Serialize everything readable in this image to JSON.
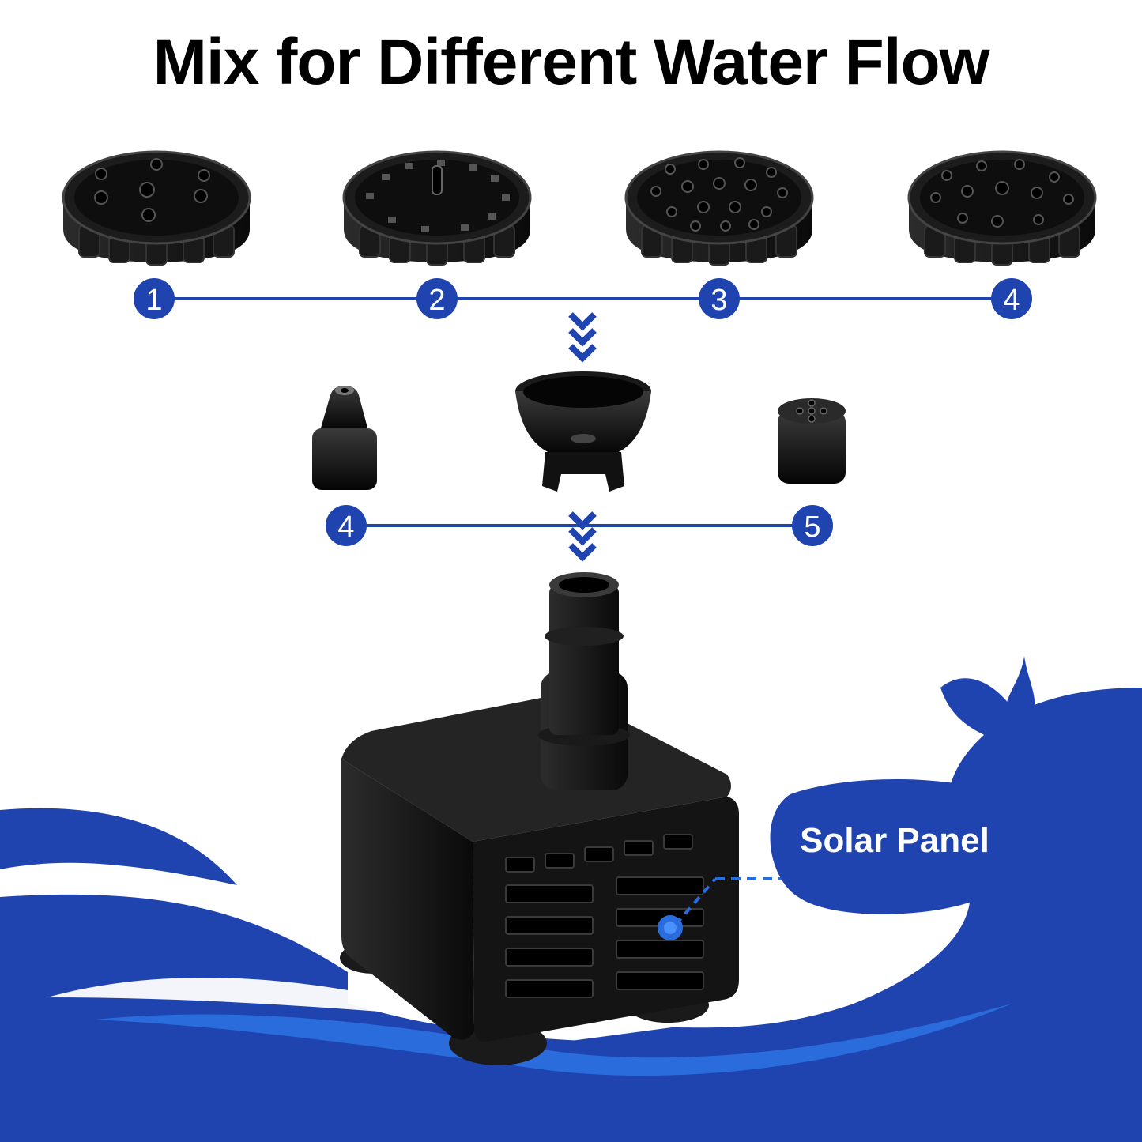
{
  "title": "Mix for Different Water Flow",
  "colors": {
    "brand_blue": "#1f44b0",
    "line_blue": "#1f44b0",
    "wave_light": "#2a6cdc",
    "part_black": "#111111"
  },
  "top_nozzles": [
    {
      "number": "1",
      "icon": "round-nozzle-7-jets-icon"
    },
    {
      "number": "2",
      "icon": "round-nozzle-single-jet-slots-icon"
    },
    {
      "number": "3",
      "icon": "round-nozzle-16-jets-icon"
    },
    {
      "number": "4",
      "icon": "round-nozzle-11-jets-icon"
    }
  ],
  "small_nozzles": [
    {
      "number": "4",
      "icon": "cone-nozzle-icon"
    },
    {
      "number": "5",
      "icon": "multi-hole-nozzle-icon"
    }
  ],
  "adapter_icon": "funnel-adapter-icon",
  "pump_icon": "water-pump-icon",
  "callout": {
    "label": "Solar Panel"
  }
}
